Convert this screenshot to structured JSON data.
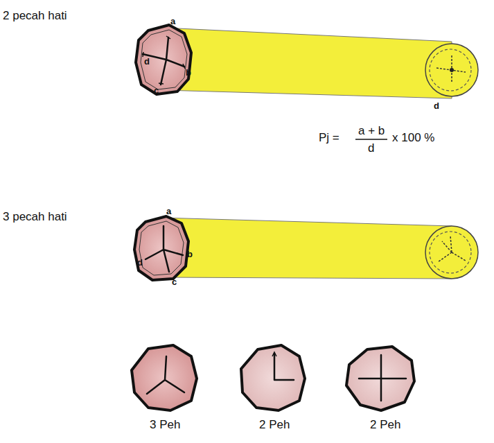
{
  "diagram": {
    "labels": [
      "2 pecah hati",
      "a",
      "b",
      "c",
      "d",
      "d",
      "Pj =",
      "a + b",
      "d",
      "x 100 %",
      "3 pecah hati",
      "a",
      "b",
      "c",
      "d",
      "3 Peh",
      "2 Peh",
      "2 Peh"
    ]
  }
}
